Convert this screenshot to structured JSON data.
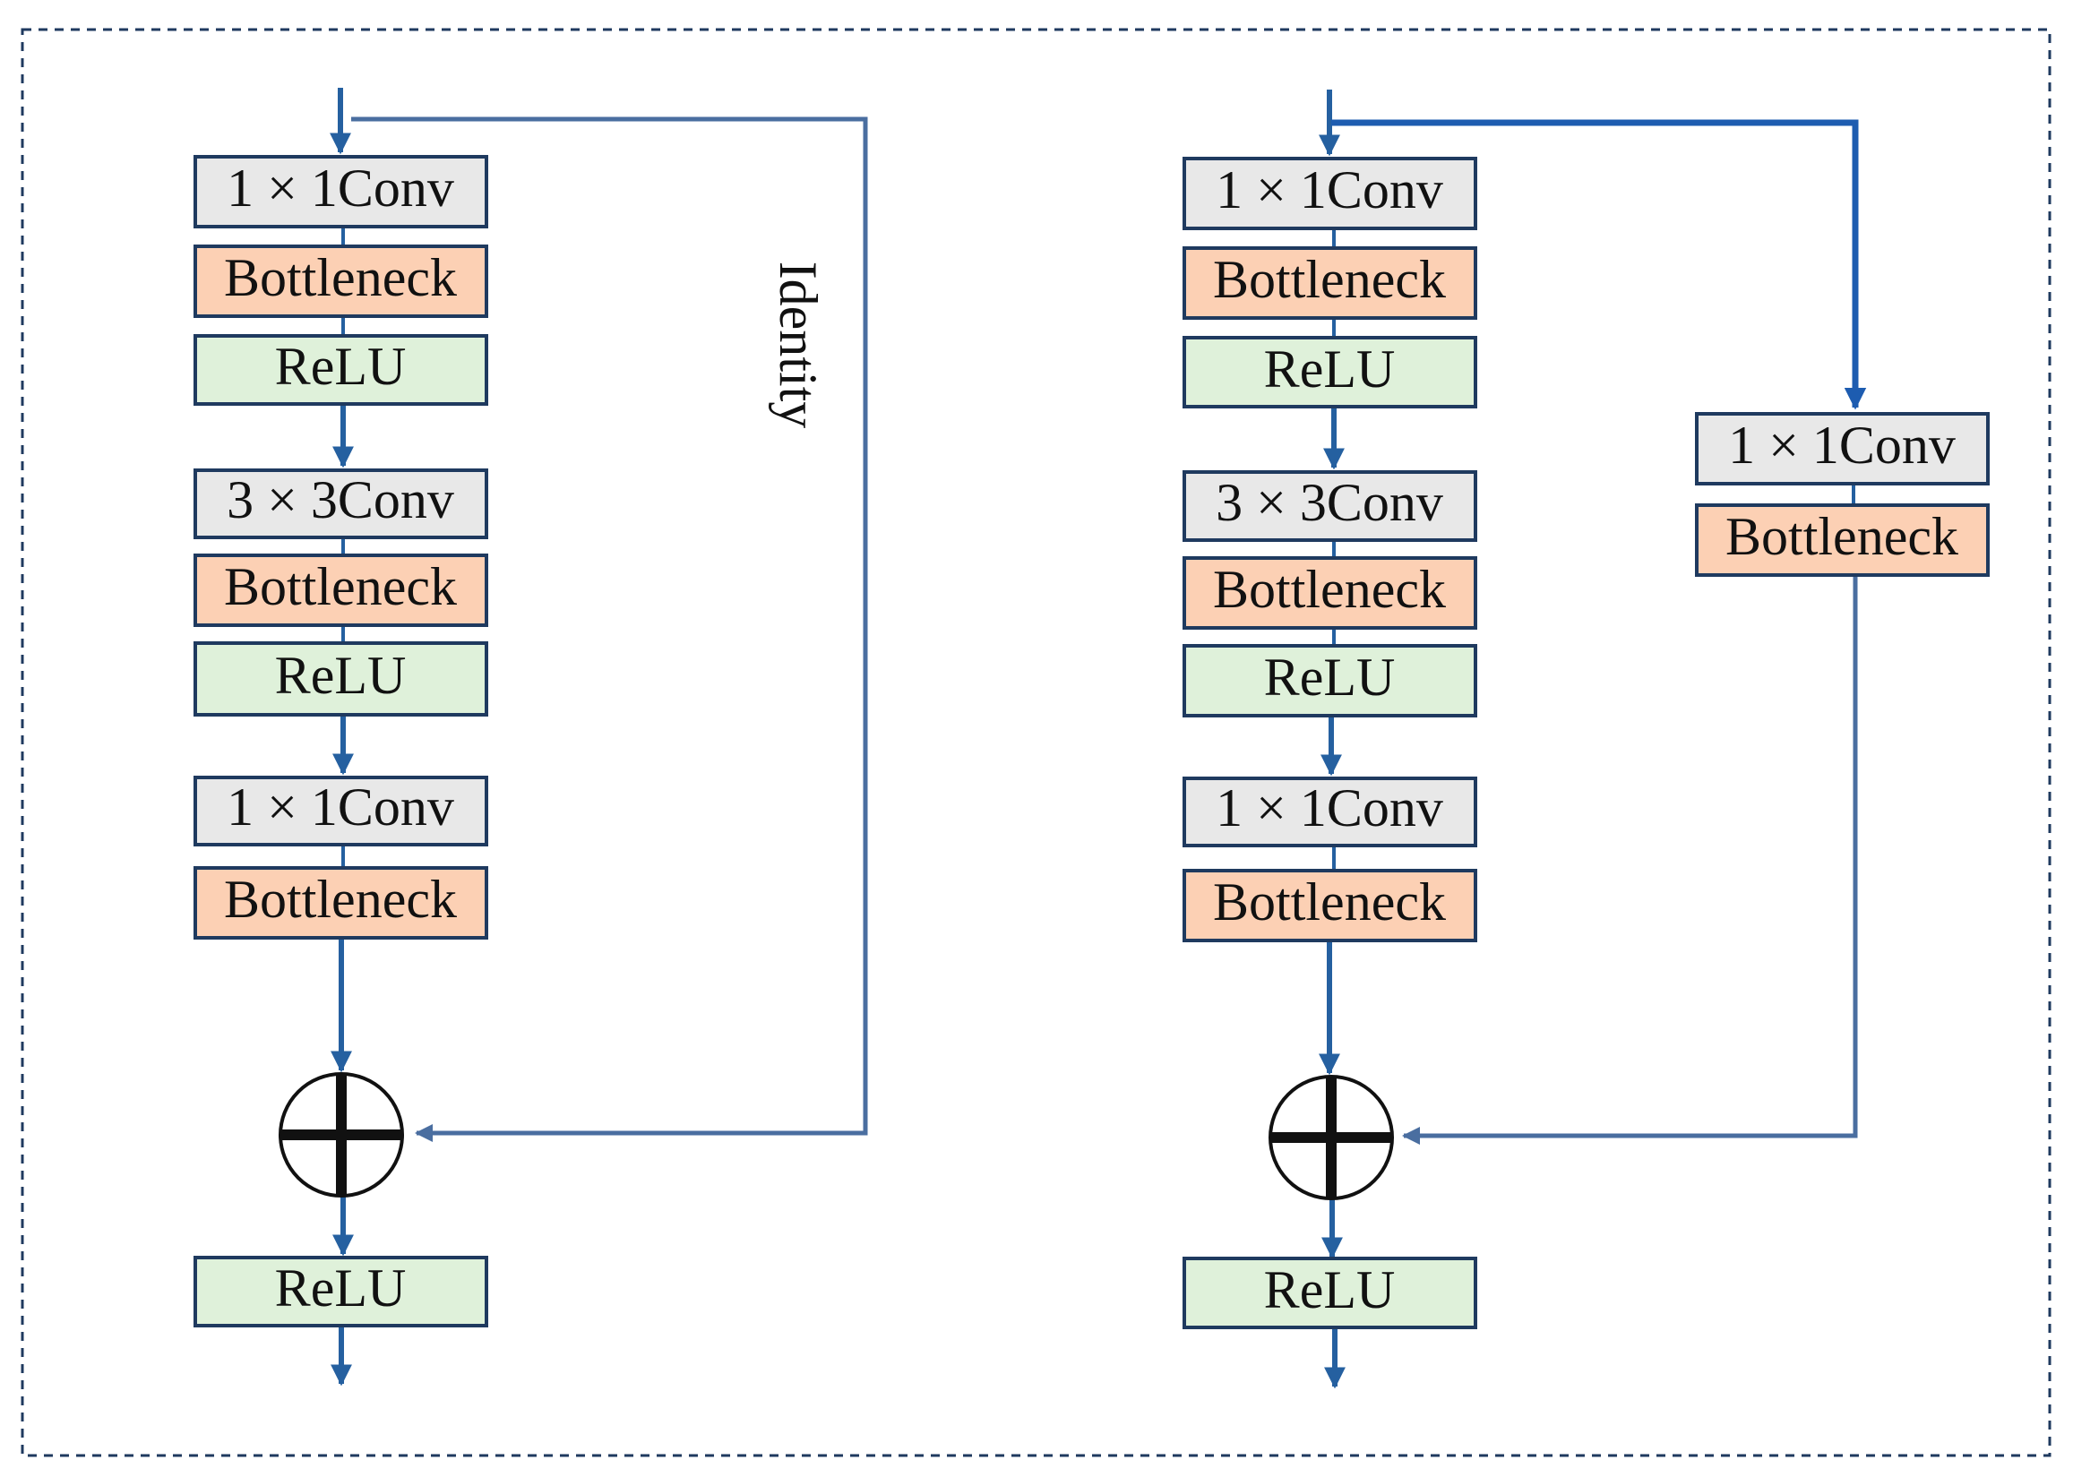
{
  "blocks": {
    "left": {
      "main": [
        {
          "label": "1 × 1Conv",
          "kind": "conv"
        },
        {
          "label": "Bottleneck",
          "kind": "bn"
        },
        {
          "label": "ReLU",
          "kind": "relu"
        },
        {
          "label": "3 × 3Conv",
          "kind": "conv"
        },
        {
          "label": "Bottleneck",
          "kind": "bn"
        },
        {
          "label": "ReLU",
          "kind": "relu"
        },
        {
          "label": "1 × 1Conv",
          "kind": "conv"
        },
        {
          "label": "Bottleneck",
          "kind": "bn"
        }
      ],
      "skip_label": "Identity",
      "output": {
        "label": "ReLU",
        "kind": "relu"
      }
    },
    "right": {
      "main": [
        {
          "label": "1 × 1Conv",
          "kind": "conv"
        },
        {
          "label": "Bottleneck",
          "kind": "bn"
        },
        {
          "label": "ReLU",
          "kind": "relu"
        },
        {
          "label": "3 × 3Conv",
          "kind": "conv"
        },
        {
          "label": "Bottleneck",
          "kind": "bn"
        },
        {
          "label": "ReLU",
          "kind": "relu"
        },
        {
          "label": "1 × 1Conv",
          "kind": "conv"
        },
        {
          "label": "Bottleneck",
          "kind": "bn"
        }
      ],
      "shortcut": [
        {
          "label": "1 × 1Conv",
          "kind": "conv"
        },
        {
          "label": "Bottleneck",
          "kind": "bn"
        }
      ],
      "output": {
        "label": "ReLU",
        "kind": "relu"
      }
    }
  },
  "colors": {
    "conv": "#e8e8e8",
    "bottleneck": "#fcd0b4",
    "relu": "#dff1da",
    "border": "#1f3a5f",
    "arrow": "#2560a0"
  },
  "icons": {
    "adder": "circled-plus-icon"
  }
}
